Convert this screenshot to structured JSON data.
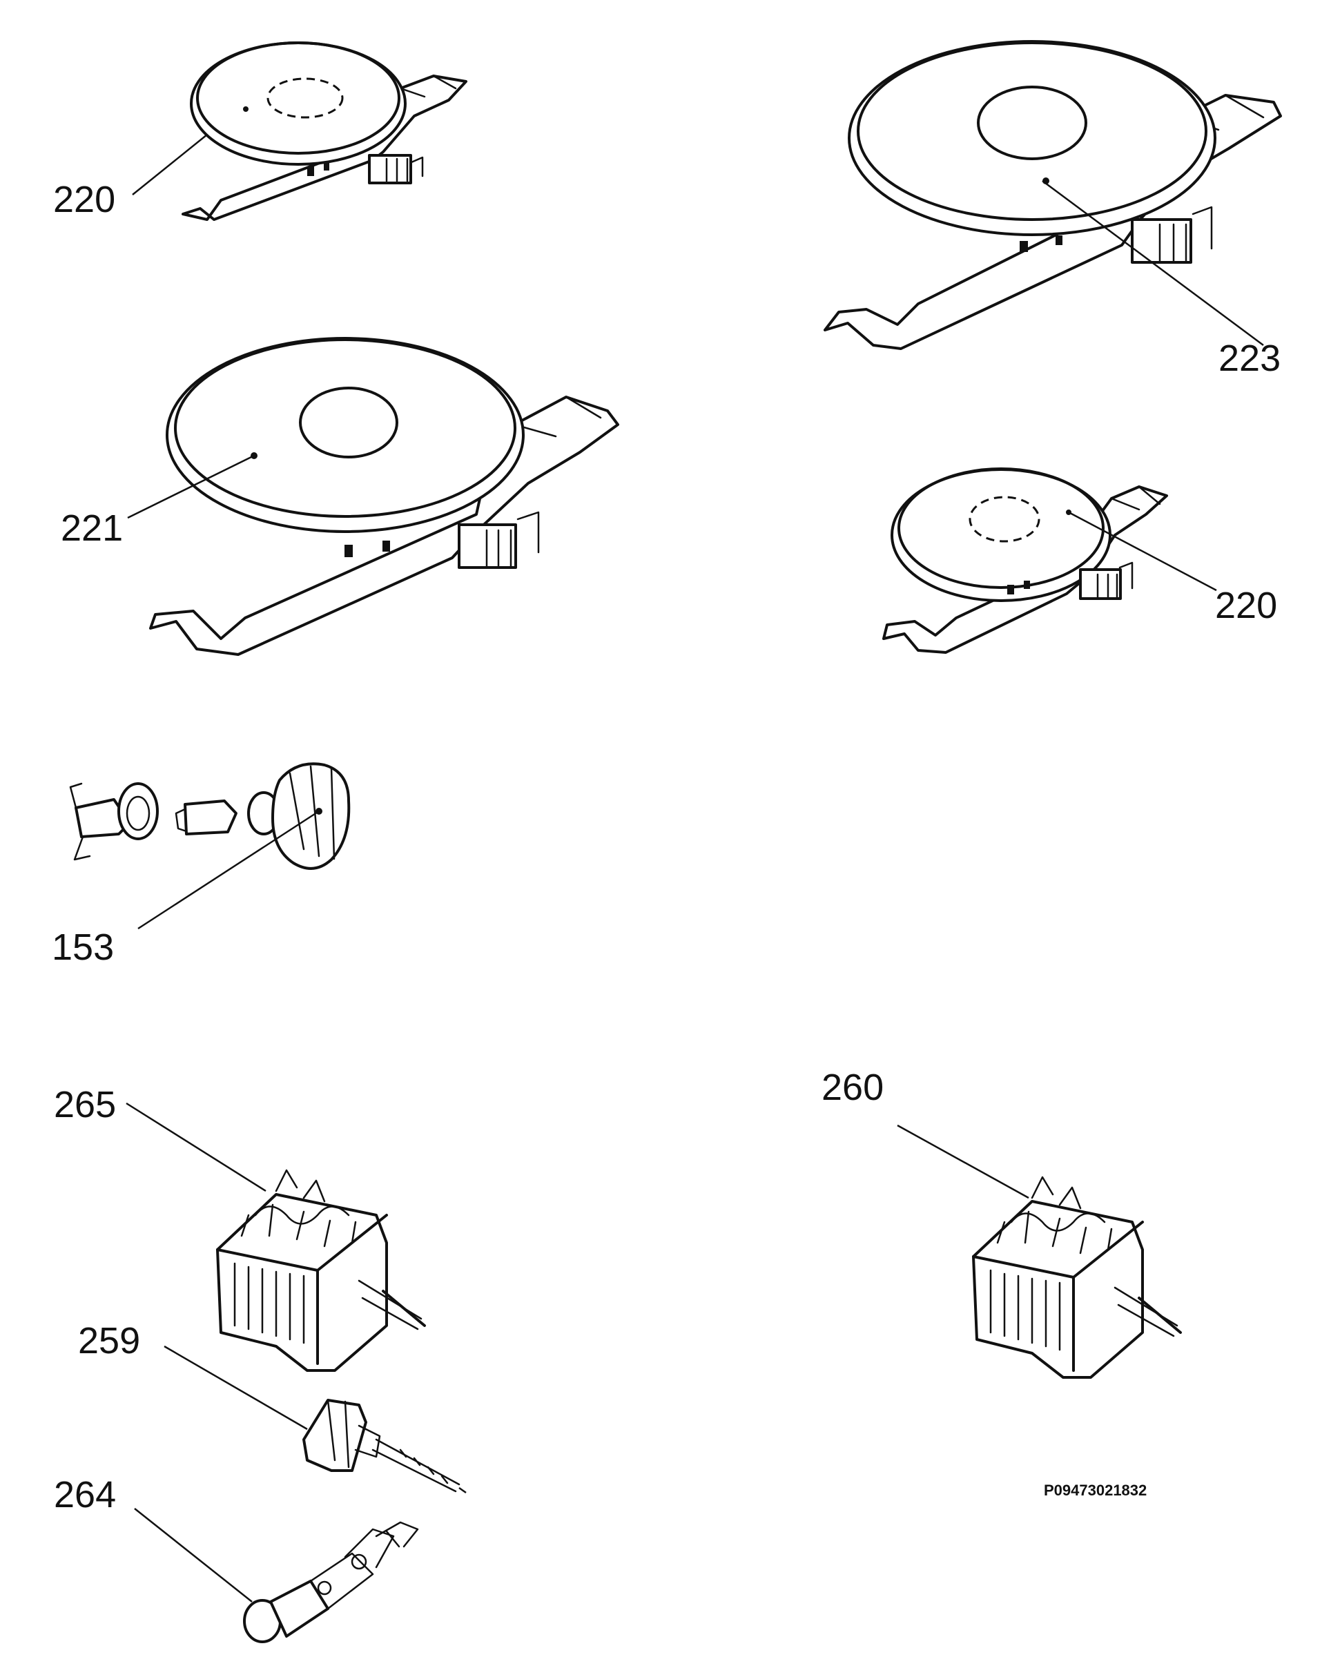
{
  "labels": {
    "p220_top": "220",
    "p223": "223",
    "p221": "221",
    "p220_right": "220",
    "p153": "153",
    "p265": "265",
    "p260": "260",
    "p259": "259",
    "p264": "264"
  },
  "drawing_code": "P09473021832"
}
